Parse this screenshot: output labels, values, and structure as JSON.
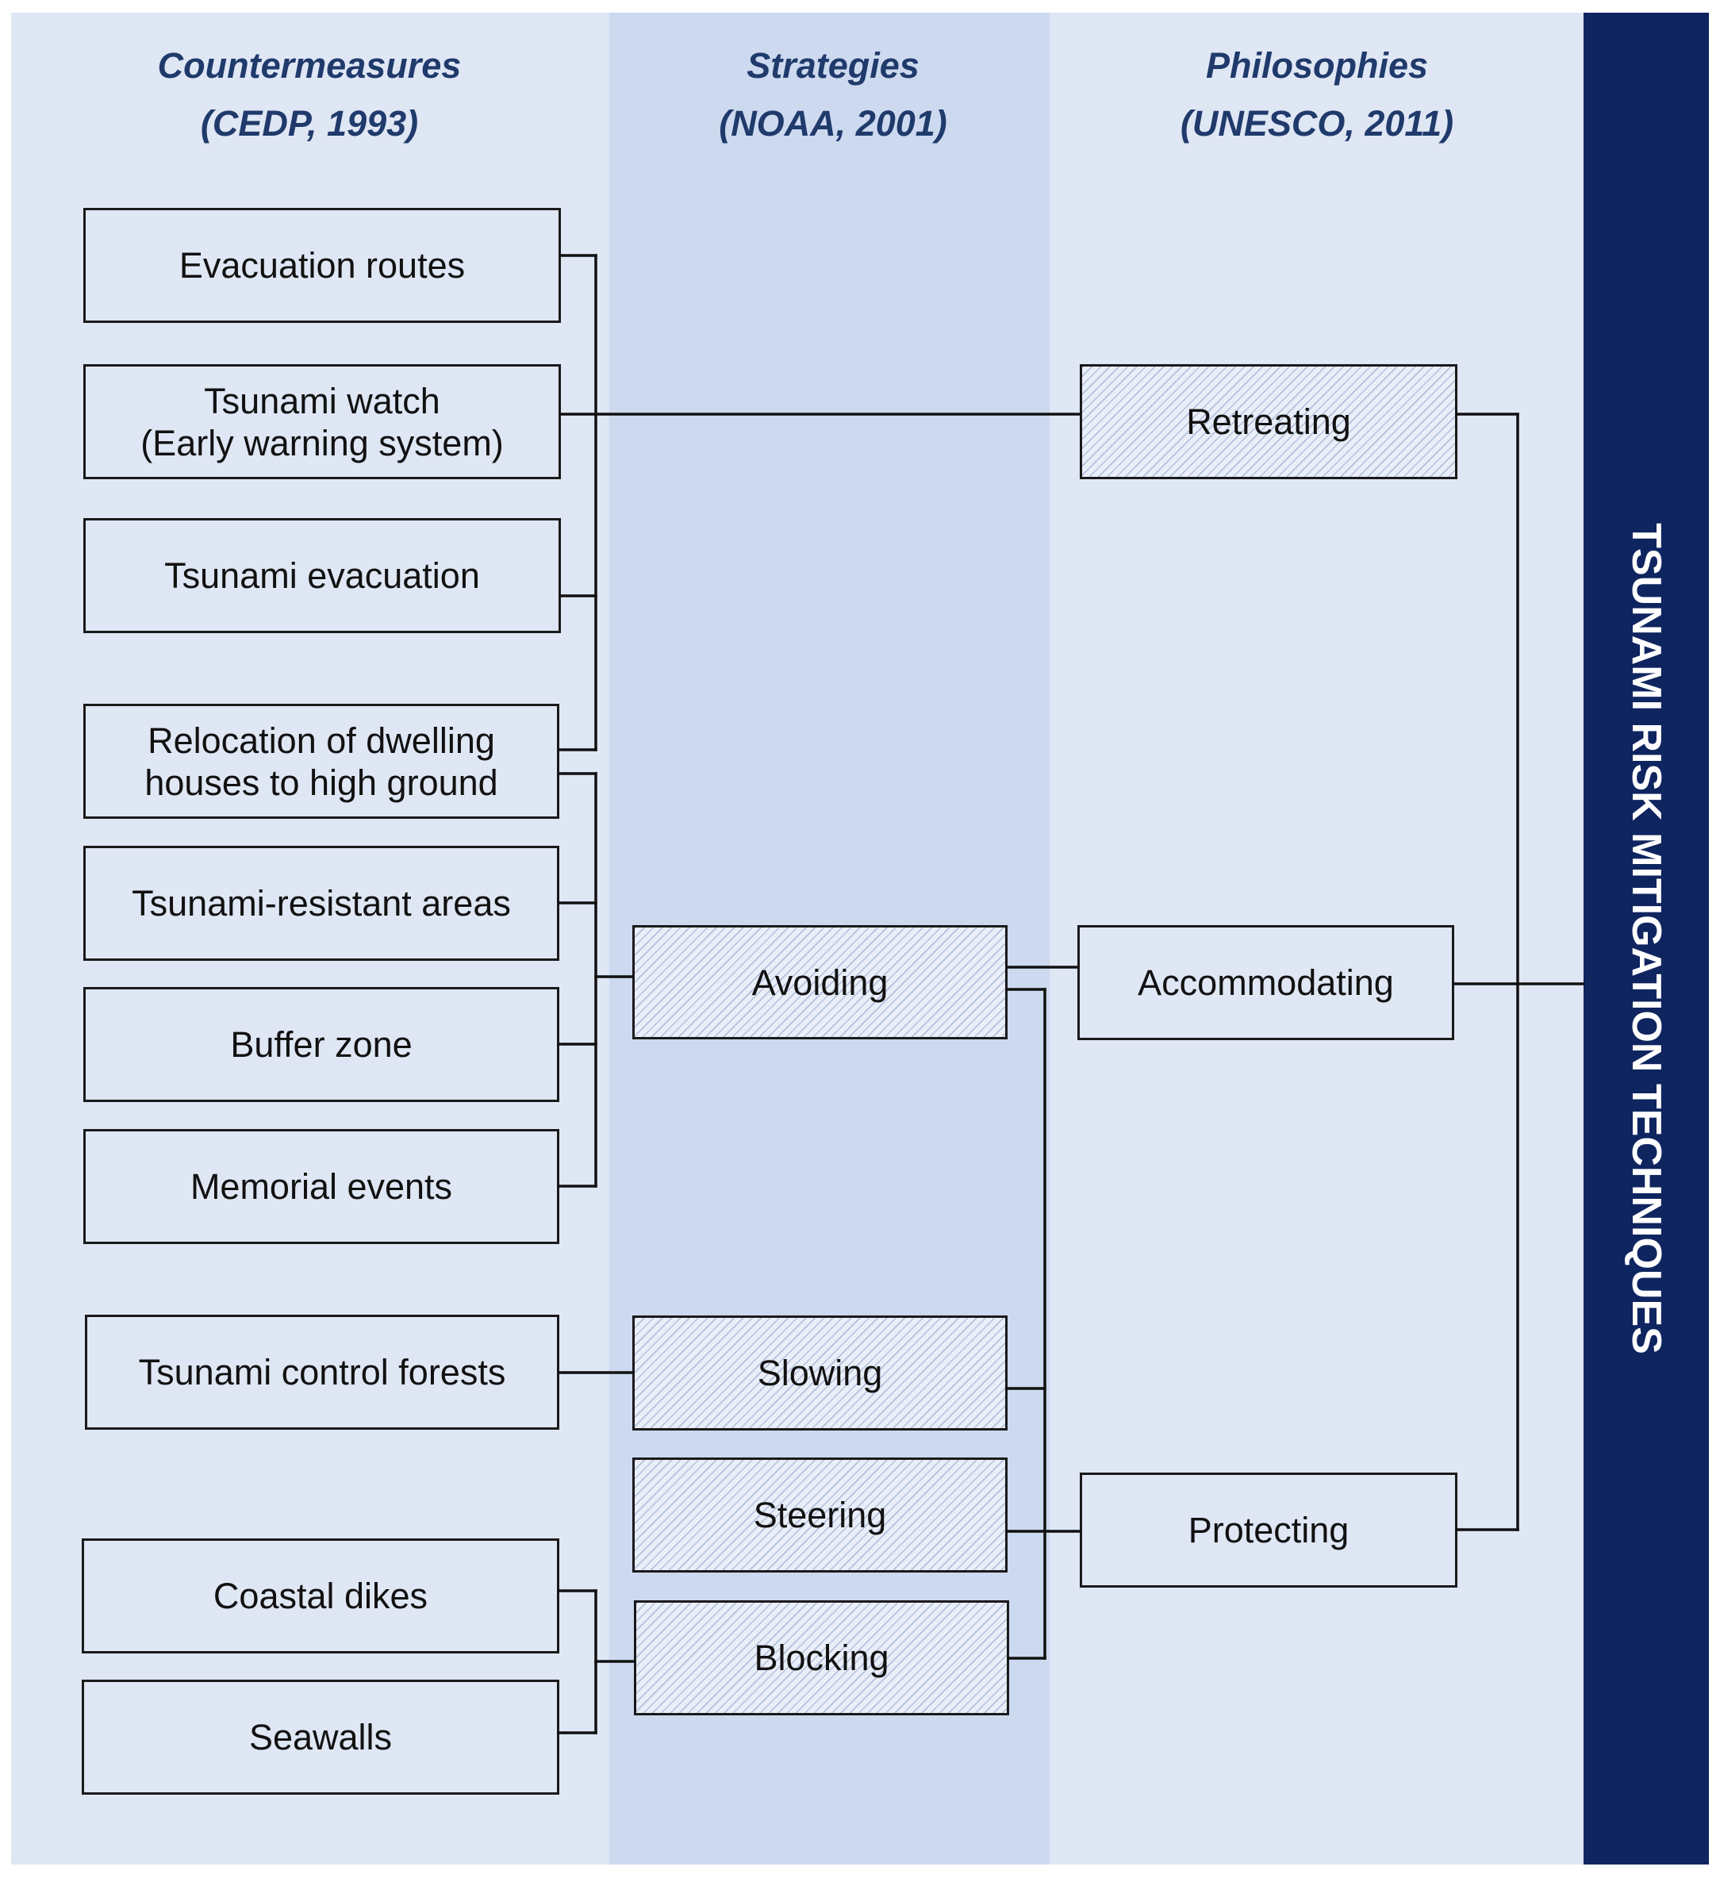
{
  "columns": {
    "countermeasures": {
      "title": "Countermeasures",
      "source": "(CEDP, 1993)"
    },
    "strategies": {
      "title": "Strategies",
      "source": "(NOAA, 2001)"
    },
    "philosophies": {
      "title": "Philosophies",
      "source": "(UNESCO, 2011)"
    }
  },
  "side_title": "TSUNAMI RISK MITIGATION TECHNIQUES",
  "countermeasures": [
    "Evacuation routes",
    "Tsunami watch\n(Early warning system)",
    "Tsunami evacuation",
    "Relocation of dwelling\nhouses to high ground",
    "Tsunami-resistant areas",
    "Buffer zone",
    "Memorial events",
    "Tsunami control forests",
    "Coastal dikes",
    "Seawalls"
  ],
  "strategies": [
    "Avoiding",
    "Slowing",
    "Steering",
    "Blocking"
  ],
  "philosophies": [
    "Retreating",
    "Accommodating",
    "Protecting"
  ],
  "colors": {
    "panel_light": "#dfe6f4",
    "panel_mid": "#ccd9ef",
    "side_bar": "#0f2560",
    "heading_text": "#1f3a6b",
    "hatch": "#b4c1dc"
  }
}
